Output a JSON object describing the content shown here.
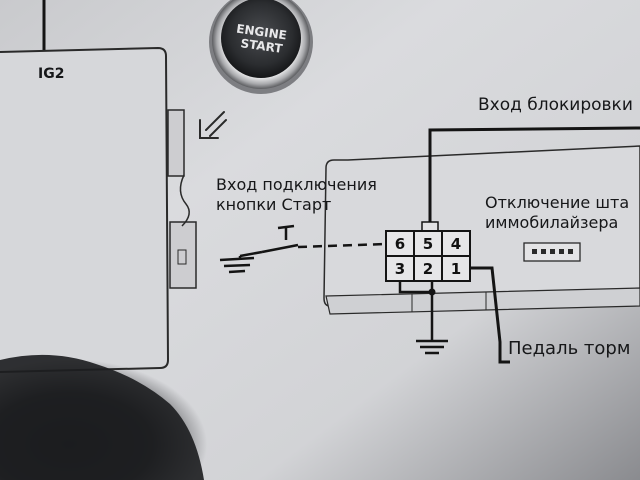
{
  "engine_button": {
    "line1": "ENGINE",
    "line2": "START"
  },
  "labels": {
    "ig2": "IG2",
    "lock_input": "Вход блокировки",
    "start_input_line1": "Вход подключения",
    "start_input_line2": "кнопки Старт",
    "immo_line1": "Отключение шта",
    "immo_line2": "иммобилайзера",
    "brake_pedal": "Педаль торм"
  },
  "connector": {
    "top_row": [
      "6",
      "5",
      "4"
    ],
    "bottom_row": [
      "3",
      "2",
      "1"
    ]
  },
  "colors": {
    "paper": "#d8d9dc",
    "line": "#141414",
    "shadow": "#1e1f21"
  }
}
